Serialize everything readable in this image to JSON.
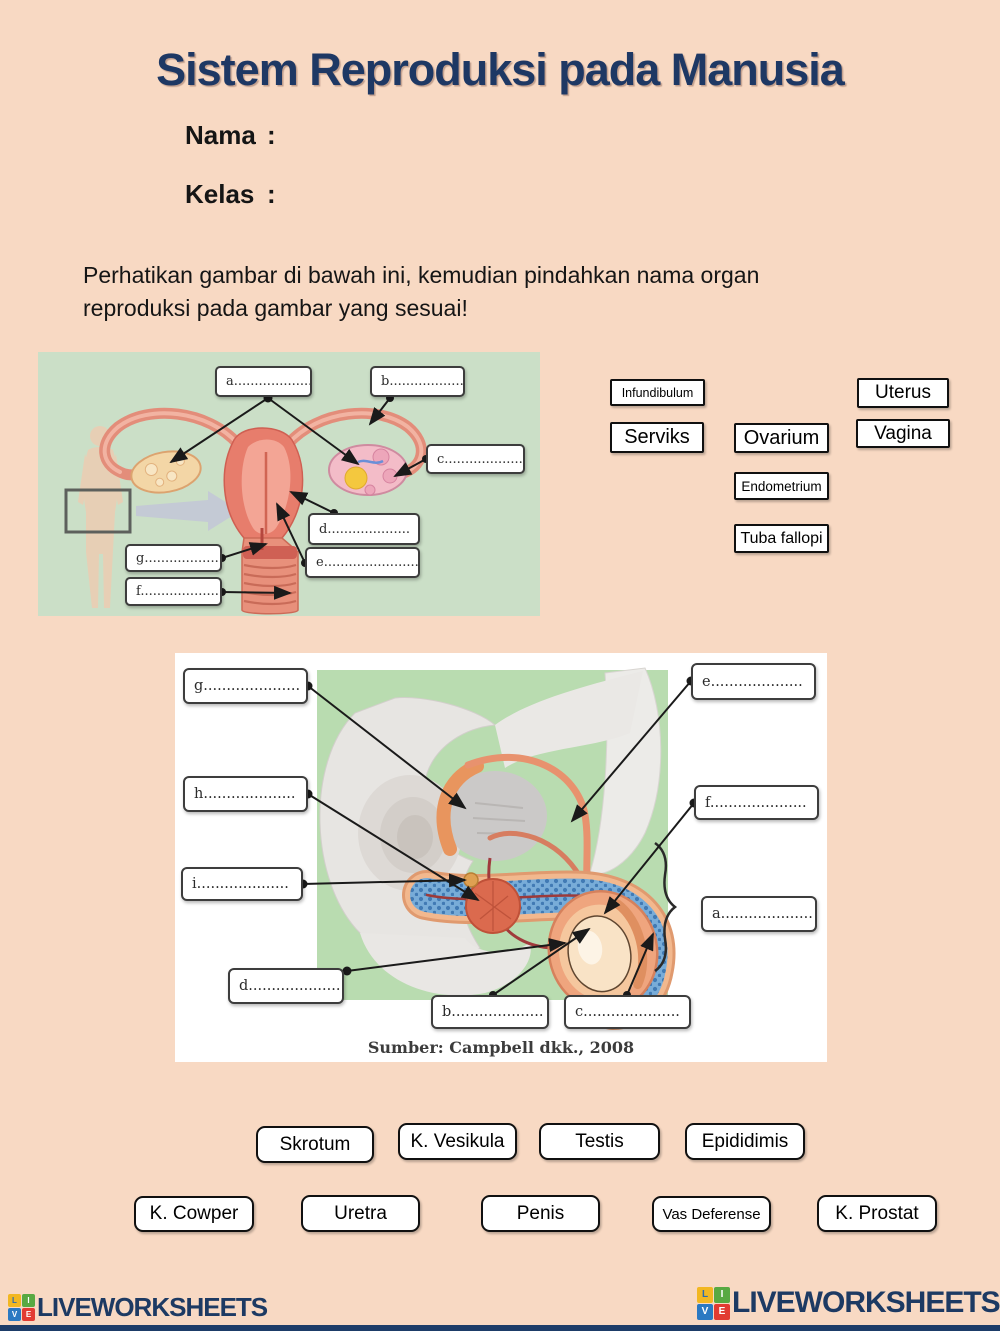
{
  "title": "Sistem Reproduksi pada Manusia",
  "student_form": {
    "name_label": "Nama",
    "class_label": "Kelas",
    "colon": ":"
  },
  "instruction": "Perhatikan gambar di bawah ini, kemudian pindahkan nama organ reproduksi pada gambar yang sesuai!",
  "female_section": {
    "slots": {
      "a": "a.....................",
      "b": "b.....................",
      "c": "c.....................",
      "d": "d....................",
      "e": "e.......................",
      "f": "f......................",
      "g": "g....................."
    },
    "word_bank": [
      "Infundibulum",
      "Serviks",
      "Ovarium",
      "Endometrium",
      "Tuba fallopi",
      "Uterus",
      "Vagina"
    ]
  },
  "male_section": {
    "slots": {
      "a": "a....................",
      "b": "b....................",
      "c": "c.....................",
      "d": "d....................",
      "e": "e....................",
      "f": "f.....................",
      "g": "g.....................",
      "h": "h....................",
      "i": "i...................."
    },
    "caption": "Sumber: Campbell dkk., 2008",
    "word_bank": [
      "Skrotum",
      "K. Vesikula",
      "Testis",
      "Epididimis",
      "K. Cowper",
      "Uretra",
      "Penis",
      "Vas Deferense",
      "K. Prostat"
    ]
  },
  "branding": {
    "wordmark": "LIVEWORKSHEETS",
    "tiles": [
      {
        "letter": "L",
        "color": "#F2B722"
      },
      {
        "letter": "I",
        "color": "#58A942"
      },
      {
        "letter": "V",
        "color": "#2B79C2"
      },
      {
        "letter": "E",
        "color": "#E23B32"
      }
    ]
  },
  "colors": {
    "page_background": "#F8D9C3",
    "title_text": "#1E3864",
    "footer_bar": "#1D3C68",
    "female_panel_background": "#CBDFC7",
    "male_panel_inner_background": "#B9DCB0",
    "box_border": "#101010"
  }
}
